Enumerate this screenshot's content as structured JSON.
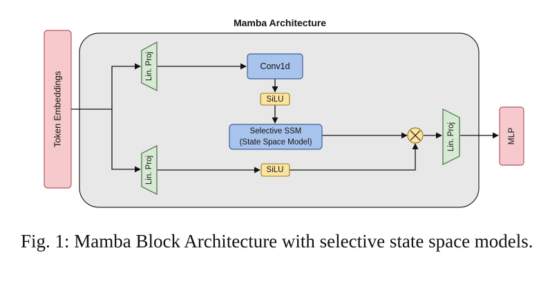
{
  "diagram": {
    "title": "Mamba Architecture",
    "token_embeddings": "Token Embeddings",
    "lin_proj_top": "Lin. Proj",
    "lin_proj_bottom": "Lin. Proj",
    "lin_proj_out": "Lin. Proj",
    "conv1d": "Conv1d",
    "silu_top": "SiLU",
    "silu_bottom": "SiLU",
    "ssm_line1": "Selective SSM",
    "ssm_line2": "(State Space Model)",
    "mlp": "MLP",
    "colors": {
      "container_fill": "#e8e8e8",
      "embed_fill": "#f6c9cc",
      "proj_fill": "#d7ead4",
      "block_fill": "#a9c4ec",
      "silu_fill": "#fbe3a0",
      "multiply_fill": "#fbe3a0"
    },
    "icons": {
      "multiply": "multiply-circle-icon"
    }
  },
  "caption": "Fig. 1: Mamba Block Architecture with selective state space models."
}
